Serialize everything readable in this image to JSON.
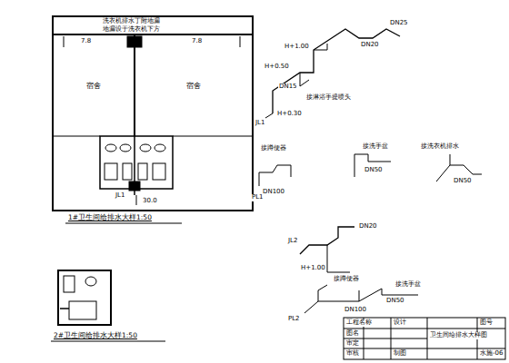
{
  "diagram": {
    "nodes": [
      {
        "text": [
          "宿舍"
        ]
      },
      {
        "text": [
          "宿舍"
        ]
      }
    ],
    "labels": [
      "洗衣机排水丁附地漏",
      "地漏设于洗衣机下方",
      "7.8",
      "7.8",
      "JL1",
      "30.0",
      "1#卫生间给排水大样1:50",
      "2#卫生间给排水大样1:50",
      "DN25",
      "DN20",
      "H+1.00",
      "H+0.50",
      "接淋浴手提喷头",
      "DN15",
      "JL1",
      "H+0.30",
      "接蹲便器",
      "接洗手盆",
      "接洗衣机排水",
      "DN100",
      "DN50",
      "PL1",
      "DN50",
      "JL2",
      "DN20",
      "H+1.00",
      "接蹲便器",
      "接洗手盆",
      "PL2",
      "DN100",
      "DN50",
      "工程名称",
      "图名",
      "卫生间给排水大样图",
      "审定",
      "审核",
      "设计",
      "制图",
      "图号",
      "水施-06"
    ]
  }
}
